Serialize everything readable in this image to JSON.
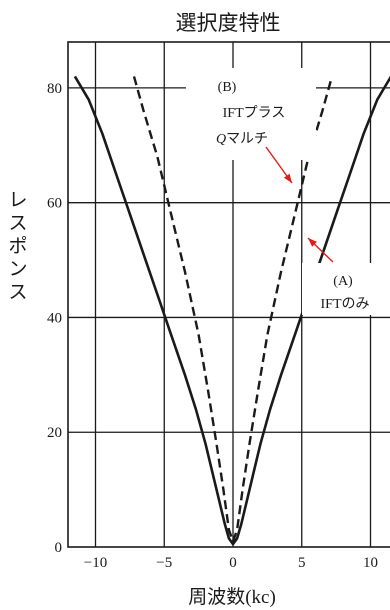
{
  "chart_data": {
    "type": "line",
    "title": "選択度特性",
    "xlabel": "周波数(kc)",
    "ylabel": "レスポンス",
    "xlim": [
      -12,
      12
    ],
    "ylim": [
      0,
      88
    ],
    "xticks": [
      -10,
      -5,
      0,
      5,
      10
    ],
    "yticks": [
      0,
      20,
      40,
      60,
      80
    ],
    "grid": true,
    "series": [
      {
        "name": "A",
        "style": "solid",
        "x": [
          -11.5,
          -10.5,
          -9.5,
          -8.5,
          -7.5,
          -6.5,
          -5.5,
          -4.5,
          -3.5,
          -2.7,
          -2.0,
          -1.5,
          -1.0,
          -0.6,
          -0.3,
          0,
          0.3,
          0.6,
          1.0,
          1.5,
          2.0,
          2.7,
          3.5,
          4.5,
          5.5,
          6.5,
          7.5,
          8.5,
          9.5,
          10.5,
          11.5
        ],
        "y": [
          82,
          78,
          72,
          65,
          58,
          51,
          44,
          37,
          30,
          24,
          18,
          13,
          8,
          4,
          1.5,
          0.5,
          1.5,
          4,
          8,
          13,
          18,
          24,
          30,
          37,
          44,
          51,
          58,
          65,
          72,
          78,
          82
        ]
      },
      {
        "name": "B",
        "style": "dashed",
        "x": [
          -7.2,
          -6.5,
          -5.5,
          -4.5,
          -3.5,
          -2.5,
          -1.8,
          -1.2,
          -0.7,
          -0.3,
          0,
          0.3,
          0.7,
          1.2,
          1.8,
          2.5,
          3.5,
          4.5,
          5.5,
          6.5,
          7.2
        ],
        "y": [
          82,
          76,
          68,
          58,
          48,
          37,
          27,
          18,
          10,
          3,
          1,
          3,
          10,
          18,
          27,
          37,
          48,
          58,
          68,
          76,
          82
        ]
      }
    ],
    "annotations": [
      {
        "id": "B",
        "lines": [
          "(B)",
          "IFTプラス",
          "Qマルチ"
        ]
      },
      {
        "id": "A",
        "lines": [
          "(A)",
          "IFTのみ"
        ]
      }
    ]
  }
}
